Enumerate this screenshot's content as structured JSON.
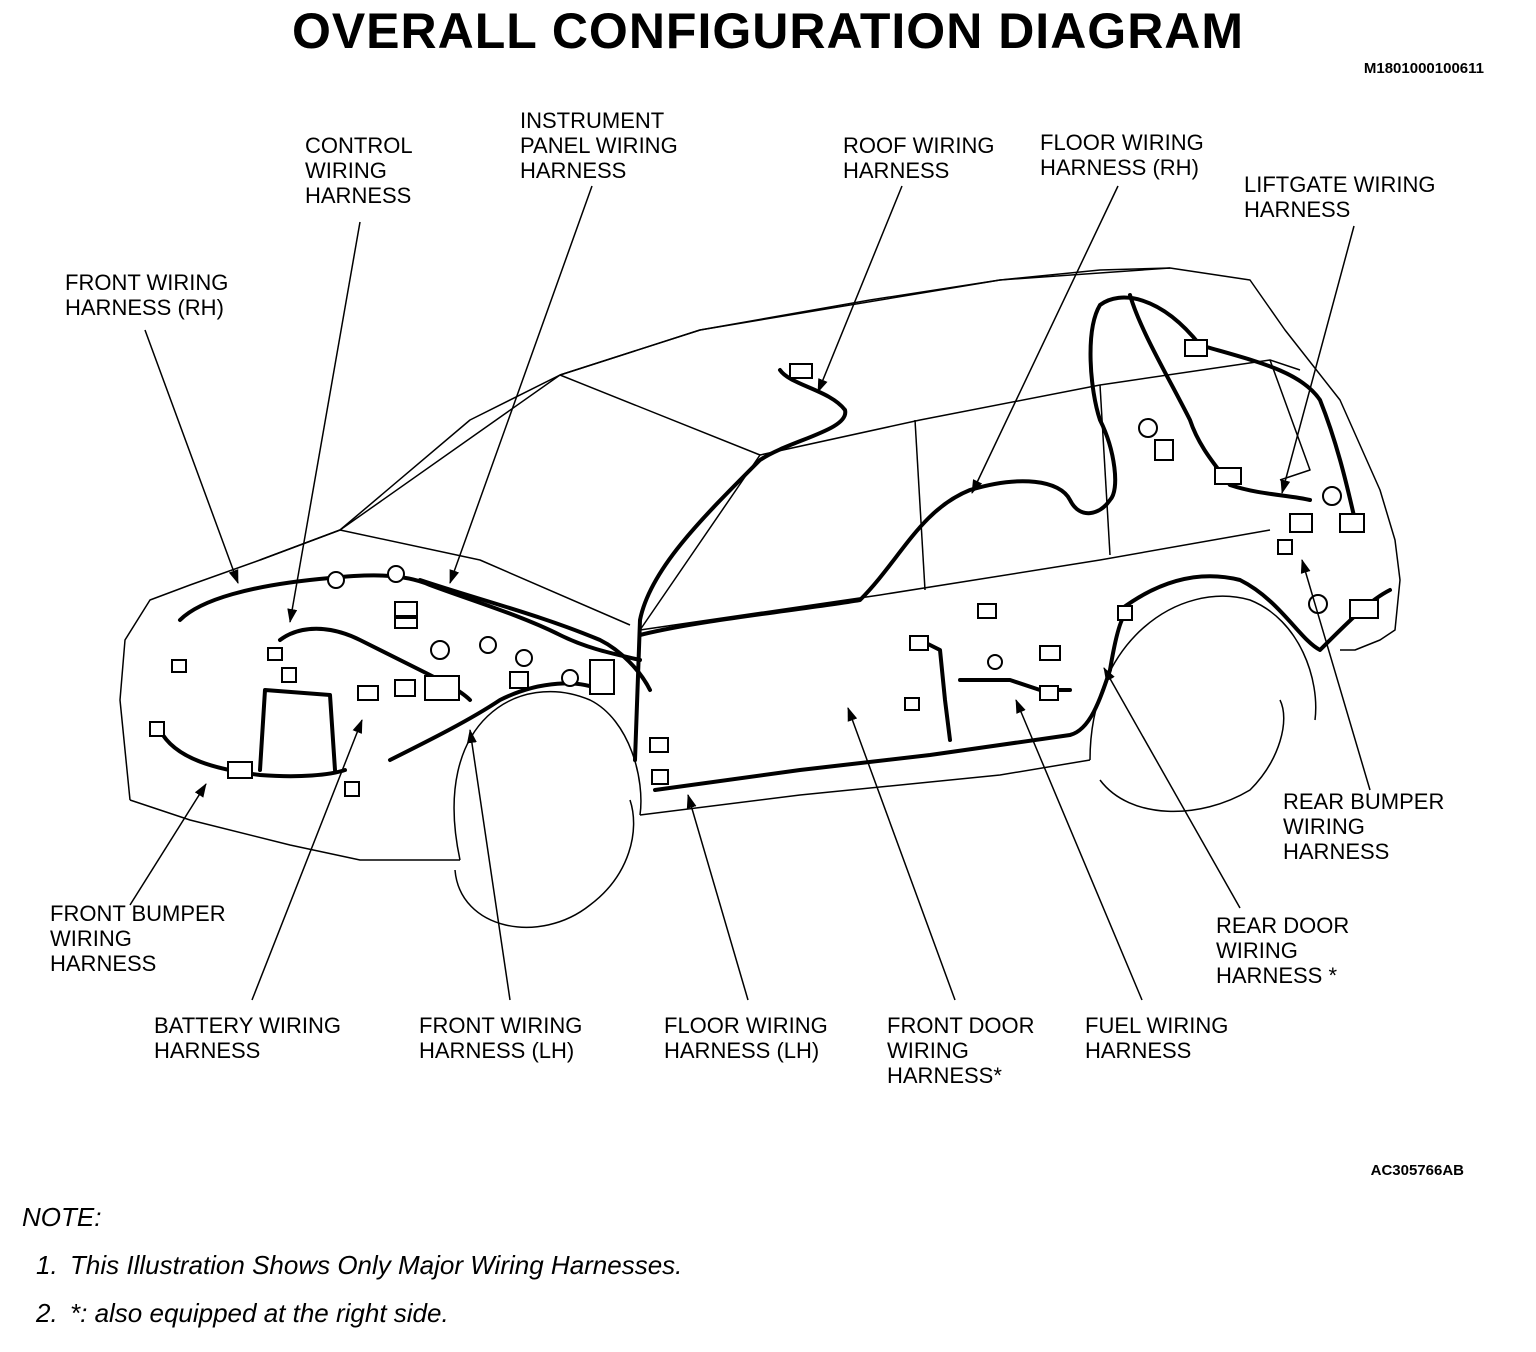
{
  "title": "OVERALL CONFIGURATION DIAGRAM",
  "doc_code": "M1801000100611",
  "figure_code": "AC305766AB",
  "labels": {
    "control": "CONTROL\nWIRING\nHARNESS",
    "instrument_panel": "INSTRUMENT\nPANEL WIRING\nHARNESS",
    "roof": "ROOF WIRING\nHARNESS",
    "floor_rh": "FLOOR WIRING\nHARNESS (RH)",
    "liftgate": "LIFTGATE WIRING\nHARNESS",
    "front_rh": "FRONT WIRING\nHARNESS (RH)",
    "front_bumper": "FRONT BUMPER\nWIRING\nHARNESS",
    "battery": "BATTERY WIRING\nHARNESS",
    "front_lh": "FRONT WIRING\nHARNESS (LH)",
    "floor_lh": "FLOOR WIRING\nHARNESS (LH)",
    "front_door": "FRONT DOOR\nWIRING\nHARNESS*",
    "fuel": "FUEL WIRING\nHARNESS",
    "rear_door": "REAR DOOR\nWIRING\nHARNESS *",
    "rear_bumper": "REAR BUMPER\nWIRING\nHARNESS"
  },
  "note": {
    "heading": "NOTE:",
    "items": [
      {
        "num": "1.",
        "text": "This Illustration Shows Only Major Wiring Harnesses."
      },
      {
        "num": "2.",
        "text": "*: also equipped at the right side."
      }
    ]
  },
  "colors": {
    "line": "#000000",
    "background": "#ffffff"
  }
}
